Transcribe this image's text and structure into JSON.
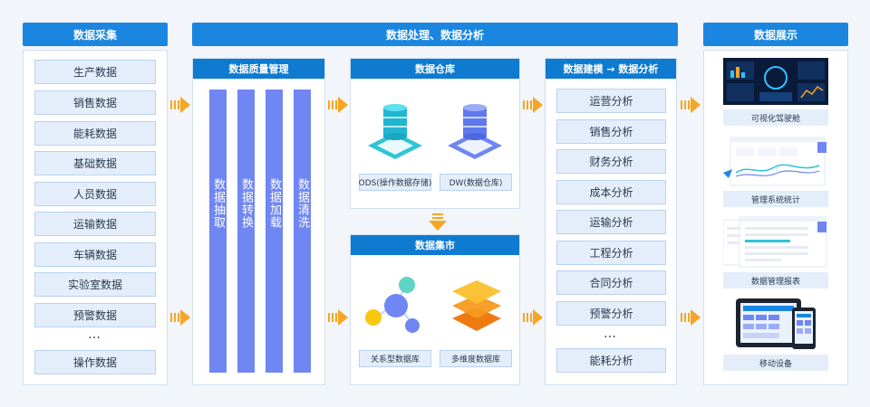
{
  "headers": {
    "collection": "数据采集",
    "processing": "数据处理、数据分析",
    "display": "数据展示"
  },
  "collection_items": [
    "生产数据",
    "销售数据",
    "能耗数据",
    "基础数据",
    "人员数据",
    "运输数据",
    "车辆数据",
    "实验室数据",
    "预警数据"
  ],
  "collection_more": "…",
  "collection_last": "操作数据",
  "quality": {
    "title": "数据质量管理",
    "bars": [
      "数据抽取",
      "数据转换",
      "数据加载",
      "数据清洗"
    ]
  },
  "warehouse": {
    "title": "数据仓库",
    "ods_label": "ODS(操作数据存储)",
    "dw_label": "DW(数据仓库)"
  },
  "mart": {
    "title": "数据集市",
    "relational_label": "关系型数据库",
    "multidim_label": "多维度数据库"
  },
  "modeling": {
    "title": "数据建模 → 数据分析",
    "items": [
      "运营分析",
      "销售分析",
      "财务分析",
      "成本分析",
      "运输分析",
      "工程分析",
      "合同分析",
      "预警分析"
    ],
    "more": "…",
    "last": "能耗分析"
  },
  "display": {
    "items": [
      "可视化驾驶舱",
      "管理系统统计",
      "数据管理报表",
      "移动设备"
    ]
  },
  "colors": {
    "header_blue": "#1a86e0",
    "bar_purple": "#6f86f3",
    "arrow_orange": "#f5a623"
  }
}
